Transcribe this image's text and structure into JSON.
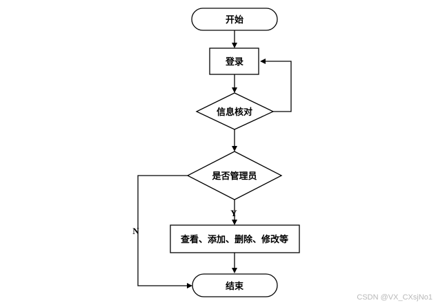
{
  "flowchart": {
    "nodes": {
      "start": {
        "shape": "terminal",
        "label": "开始"
      },
      "login": {
        "shape": "process",
        "label": "登录"
      },
      "verify": {
        "shape": "decision",
        "label": "信息核对"
      },
      "is_admin": {
        "shape": "decision",
        "label": "是否管理员"
      },
      "manage": {
        "shape": "process",
        "label": "查看、添加、删除、修改等"
      },
      "end": {
        "shape": "terminal",
        "label": "结束"
      }
    },
    "edges": [
      {
        "from": "start",
        "to": "login",
        "label": ""
      },
      {
        "from": "login",
        "to": "verify",
        "label": ""
      },
      {
        "from": "verify",
        "to": "login",
        "label": ""
      },
      {
        "from": "verify",
        "to": "is_admin",
        "label": ""
      },
      {
        "from": "is_admin",
        "to": "manage",
        "label": "Y"
      },
      {
        "from": "is_admin",
        "to": "end",
        "label": "N"
      },
      {
        "from": "manage",
        "to": "end",
        "label": ""
      }
    ]
  },
  "watermark": "CSDN @VX_CXsjNo1"
}
